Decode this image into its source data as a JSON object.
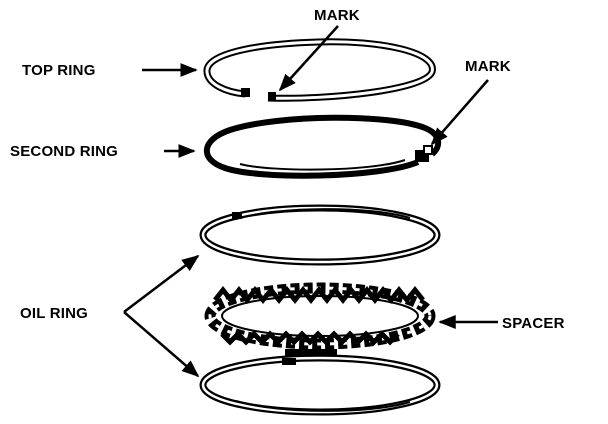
{
  "labels": {
    "top_ring": "TOP RING",
    "mark_top": "MARK",
    "mark_right": "MARK",
    "second_ring": "SECOND RING",
    "oil_ring": "OIL RING",
    "spacer": "SPACER"
  },
  "colors": {
    "ink": "#000000",
    "background": "#ffffff"
  }
}
